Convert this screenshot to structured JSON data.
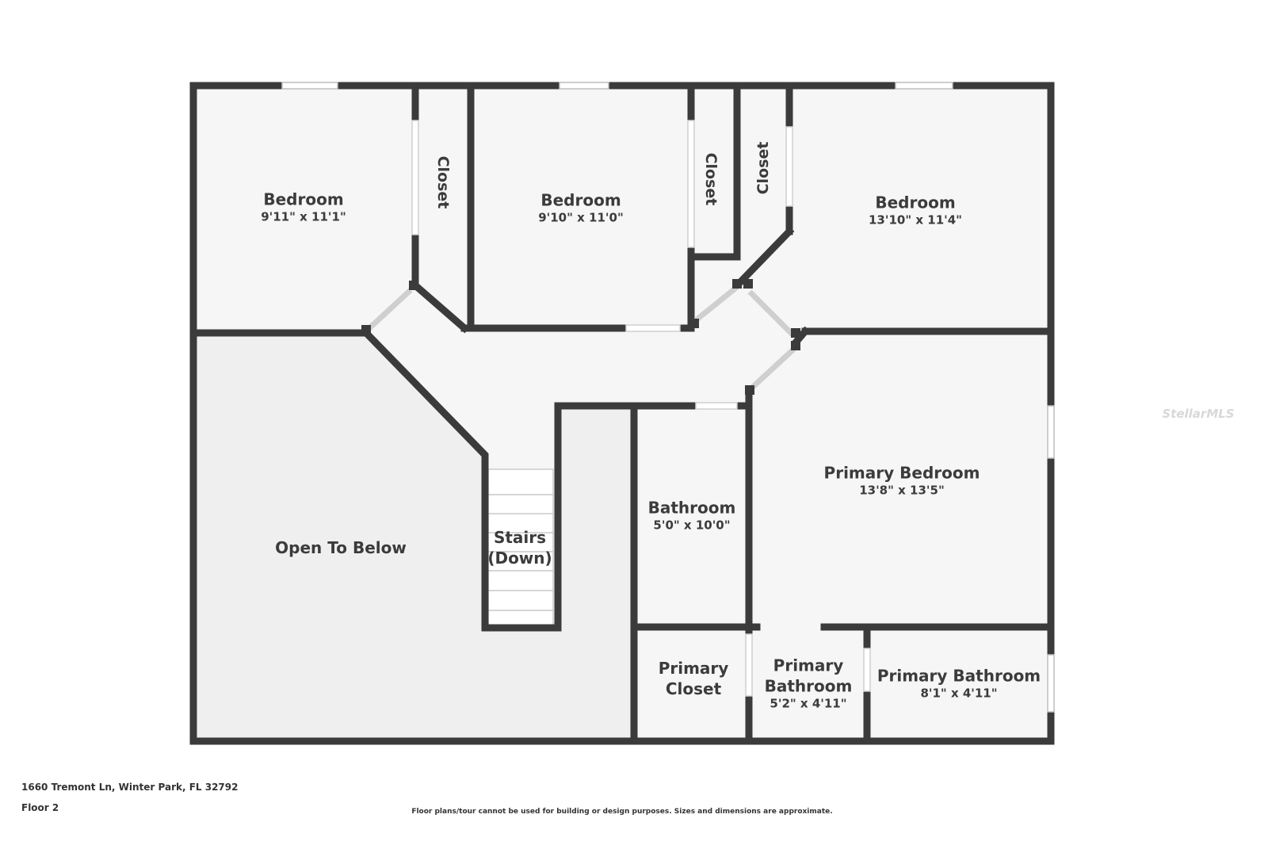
{
  "rooms": {
    "bedroom_left": {
      "name": "Bedroom",
      "dims": "9'11\" x 11'1\""
    },
    "closet_left": {
      "name": "Closet"
    },
    "bedroom_center": {
      "name": "Bedroom",
      "dims": "9'10\" x 11'0\""
    },
    "closet_mid1": {
      "name": "Closet"
    },
    "closet_mid2": {
      "name": "Closet"
    },
    "bedroom_right": {
      "name": "Bedroom",
      "dims": "13'10\" x 11'4\""
    },
    "open_to_below": {
      "name": "Open To Below"
    },
    "stairs": {
      "name": "Stairs",
      "sub": "(Down)"
    },
    "bathroom": {
      "name": "Bathroom",
      "dims": "5'0\" x 10'0\""
    },
    "primary_bedroom": {
      "name": "Primary Bedroom",
      "dims": "13'8\" x 13'5\""
    },
    "primary_closet": {
      "name": "Primary",
      "name2": "Closet"
    },
    "primary_bathroom_small": {
      "name": "Primary",
      "name2": "Bathroom",
      "dims": "5'2\" x 4'11\""
    },
    "primary_bathroom": {
      "name": "Primary Bathroom",
      "dims": "8'1\" x 4'11\""
    }
  },
  "footer": {
    "address": "1660 Tremont Ln, Winter Park, FL 32792",
    "floor": "Floor 2",
    "disclaimer": "Floor plans/tour cannot be used for building or design purposes. Sizes and dimensions are approximate."
  },
  "watermark": "StellarMLS",
  "colors": {
    "wall": "#3b3b3b",
    "room_fill": "#f6f6f6",
    "open_fill": "#efefef",
    "opening": "#ffffff"
  }
}
